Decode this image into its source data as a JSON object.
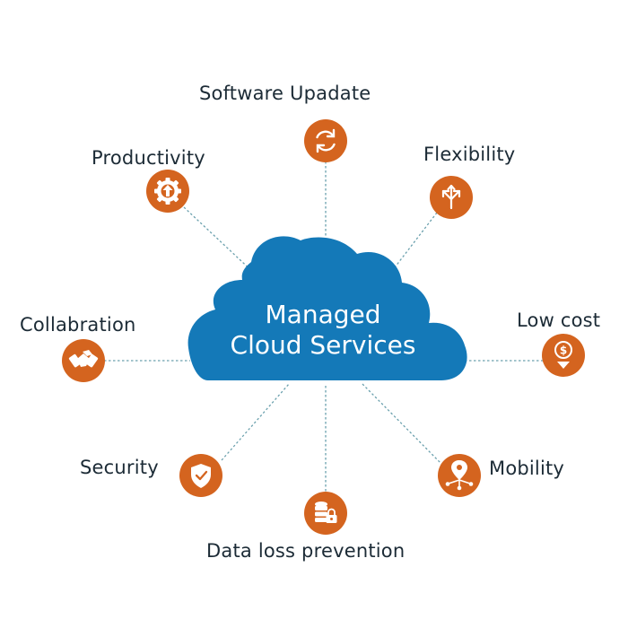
{
  "center": {
    "line1": "Managed",
    "line2": "Cloud Services"
  },
  "colors": {
    "cloud": "#1479b8",
    "node": "#d4641f",
    "connector": "#6aa0ad",
    "text": "#1c2b36"
  },
  "nodes": [
    {
      "id": "software-update",
      "label": "Software Upadate",
      "icon": "refresh-icon"
    },
    {
      "id": "productivity",
      "label": "Productivity",
      "icon": "gear-arrow-up-icon"
    },
    {
      "id": "flexibility",
      "label": "Flexibility",
      "icon": "split-arrows-icon"
    },
    {
      "id": "collabration",
      "label": "Collabration",
      "icon": "handshake-icon"
    },
    {
      "id": "low-cost",
      "label": "Low cost",
      "icon": "dollar-down-icon"
    },
    {
      "id": "security",
      "label": "Security",
      "icon": "shield-check-icon"
    },
    {
      "id": "mobility",
      "label": "Mobility",
      "icon": "location-network-icon"
    },
    {
      "id": "data-loss-prevention",
      "label": "Data loss prevention",
      "icon": "database-lock-icon"
    }
  ]
}
